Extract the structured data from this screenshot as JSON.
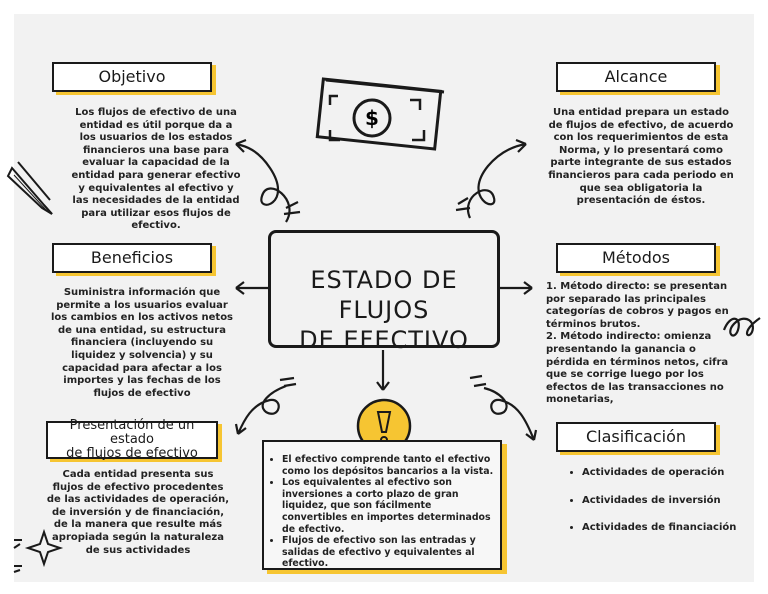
{
  "center": {
    "title_line1": "ESTADO DE FLUJOS",
    "title_line2": "DE EFECTIVO"
  },
  "objetivo": {
    "label": "Objetivo",
    "text": "Los flujos de efectivo de una entidad es útil porque da a los usuarios de los estados financieros una base para evaluar la capacidad de la entidad para generar efectivo y equivalentes al efectivo y las necesidades de la entidad para utilizar esos flujos de efectivo."
  },
  "alcance": {
    "label": "Alcance",
    "text": "Una entidad prepara un estado de flujos de efectivo, de acuerdo con los requerimientos de esta Norma, y lo presentará como parte integrante de sus estados financieros para cada periodo en que sea obligatoria la presentación de éstos."
  },
  "beneficios": {
    "label": "Beneficios",
    "text": "Suministra información que permite a los usuarios evaluar los cambios en los activos netos de una entidad, su estructura financiera (incluyendo su liquidez y solvencia) y su capacidad para afectar a los importes y las fechas de los flujos de efectivo"
  },
  "metodos": {
    "label": "Métodos",
    "items": [
      "1. Método directo: se presentan por separado las principales categorías de cobros y pagos en términos brutos.",
      "2. Método indirecto: omienza presentando la ganancia o pérdida en términos netos, cifra que se corrige luego por los efectos de las transacciones no monetarias,"
    ]
  },
  "presentacion": {
    "label_line1": "Presentación de un estado",
    "label_line2": "de flujos de efectivo",
    "text": "Cada entidad presenta sus flujos de efectivo procedentes de las actividades de operación, de inversión y de financiación, de la manera que resulte más apropiada según la naturaleza de sus actividades"
  },
  "clasificacion": {
    "label": "Clasificación",
    "items": [
      "Actividades de operación",
      "Actividades de inversión",
      "Actividades de financiación"
    ]
  },
  "nota": {
    "items": [
      "El efectivo comprende tanto el efectivo como los depósitos bancarios a la vista.",
      "Los equivalentes al efectivo son inversiones a corto plazo de gran liquidez, que son fácilmente convertibles en importes determinados de efectivo.",
      "Flujos de efectivo son las entradas y salidas de efectivo y equivalentes al efectivo."
    ]
  },
  "icons": [
    "money-bill-icon",
    "pencil-icon",
    "exclamation-bulb-icon",
    "sparkle-icon"
  ],
  "colors": {
    "accent": "#f6c532",
    "ink": "#1a1a1a",
    "background": "#f2f2f2"
  }
}
